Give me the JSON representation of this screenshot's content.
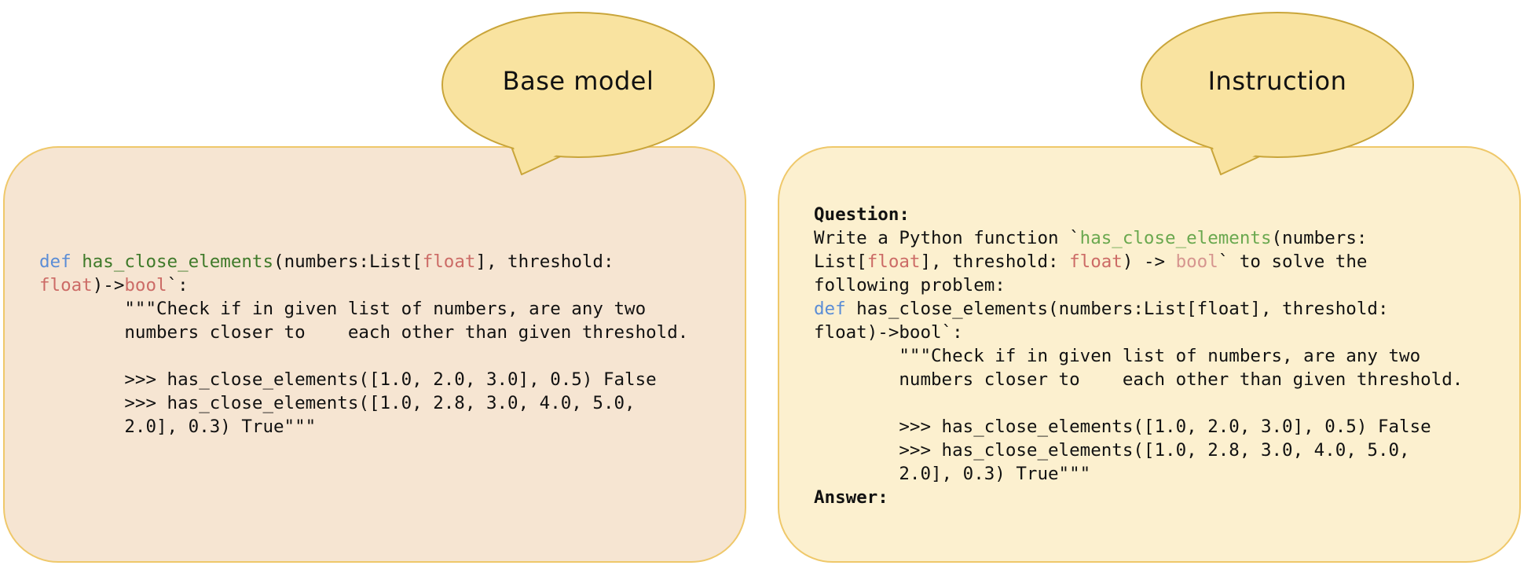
{
  "bubbles": {
    "base_label": "Base model",
    "instruction_label": "Instruction"
  },
  "base_code": {
    "kw_def": "def",
    "fn_name": "has_close_elements",
    "params_a": "(numbers:List[",
    "type_float": "float",
    "params_b": "], threshold:",
    "type_float2": "float",
    "arrow": ")->",
    "type_bool": "bool",
    "sig_end": "`:",
    "doc_1": "        \"\"\"Check if in given list of numbers, are any two",
    "doc_2": "        numbers closer to    each other than given threshold.",
    "ex_1": "        >>> has_close_elements([1.0, 2.0, 3.0], 0.5) False",
    "ex_2a": "        >>> has_close_elements([1.0, 2.8, 3.0, 4.0, 5.0,",
    "ex_2b": "        2.0], 0.3) True\"\"\""
  },
  "instr_code": {
    "question": "Question:",
    "q1_a": "Write a Python function `",
    "q1_fn": "has_close_elements",
    "q1_b": "(numbers:",
    "q2_a": "List[",
    "q2_float": "float",
    "q2_b": "], threshold: ",
    "q2_float2": "float",
    "q2_c": ") -> ",
    "q2_bool": "bool",
    "q2_d": "` to solve the",
    "q3": "following problem:",
    "def_kw": "def",
    "def_rest": " has_close_elements(numbers:List[float], threshold:",
    "def_line2": "float)->bool`:",
    "doc_1": "        \"\"\"Check if in given list of numbers, are any two",
    "doc_2": "        numbers closer to    each other than given threshold.",
    "ex_1": "        >>> has_close_elements([1.0, 2.0, 3.0], 0.5) False",
    "ex_2a": "        >>> has_close_elements([1.0, 2.8, 3.0, 4.0, 5.0,",
    "ex_2b": "        2.0], 0.3) True\"\"\"",
    "answer": "Answer:"
  }
}
